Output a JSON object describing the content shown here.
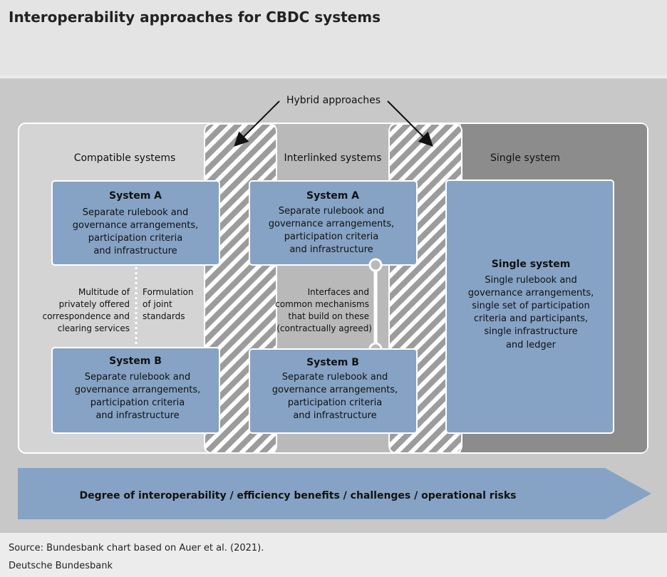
{
  "title": "Interoperability approaches for CBDC systems",
  "hybrid_label": "Hybrid approaches",
  "columns": {
    "compatible": "Compatible systems",
    "interlinked": "Interlinked systems",
    "single": "Single system"
  },
  "compatible": {
    "system_a": {
      "title": "System A",
      "lines": [
        "Separate rulebook and",
        "governance arrangements,",
        "participation criteria",
        "and infrastructure"
      ]
    },
    "system_b": {
      "title": "System B",
      "lines": [
        "Separate rulebook and",
        "governance arrangements,",
        "participation criteria",
        "and infrastructure"
      ]
    },
    "left_note": [
      "Multitude of",
      "privately offered",
      "correspondence and",
      "clearing services"
    ],
    "right_note": [
      "Formulation",
      "of joint",
      "standards"
    ]
  },
  "interlinked": {
    "system_a": {
      "title": "System A",
      "lines": [
        "Separate rulebook and",
        "governance arrangements,",
        "participation criteria",
        "and infrastructure"
      ]
    },
    "system_b": {
      "title": "System B",
      "lines": [
        "Separate rulebook and",
        "governance arrangements,",
        "participation criteria",
        "and infrastructure"
      ]
    },
    "link_note": [
      "Interfaces and",
      "common mechanisms",
      "that build on these",
      "(contractually agreed)"
    ]
  },
  "single": {
    "title": "Single system",
    "lines": [
      "Single rulebook and",
      "governance arrangements,",
      "single set of participation",
      "criteria and participants,",
      "single infrastructure",
      "and ledger"
    ]
  },
  "arrow_label": "Degree of interoperability / efficiency benefits / challenges / operational risks",
  "source": "Source: Bundesbank chart based on Auer et al. (2021).",
  "publisher": "Deutsche Bundesbank",
  "colors": {
    "box_fill": "#86a3c5",
    "single_region": "#8c8c8c",
    "interlinked_region": "#b9b9b9",
    "outer_frame": "#d4d4d4",
    "hatch": "#ffffff"
  }
}
